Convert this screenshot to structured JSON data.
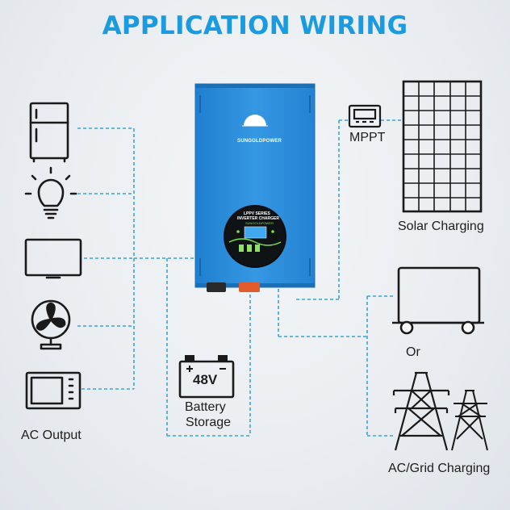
{
  "title": "APPLICATION WIRING",
  "inverter": {
    "brand": "SUNGOLDPOWER",
    "series_line1": "LPPV SERIES",
    "series_line2": "INVERTER CHARGER",
    "model_hint": "SUNGOLDPOWER"
  },
  "mppt_label": "MPPT",
  "solar_label": "Solar Charging",
  "or_label": "Or",
  "grid_label": "AC/Grid Charging",
  "battery": {
    "voltage": "48V",
    "label_line1": "Battery",
    "label_line2": "Storage"
  },
  "ac_output_label": "AC Output",
  "colors": {
    "title": "#1a9be0",
    "wire": "#3aa3dc",
    "inverter_body": "#2f8fdc",
    "icon_stroke": "#1a1a1a"
  }
}
